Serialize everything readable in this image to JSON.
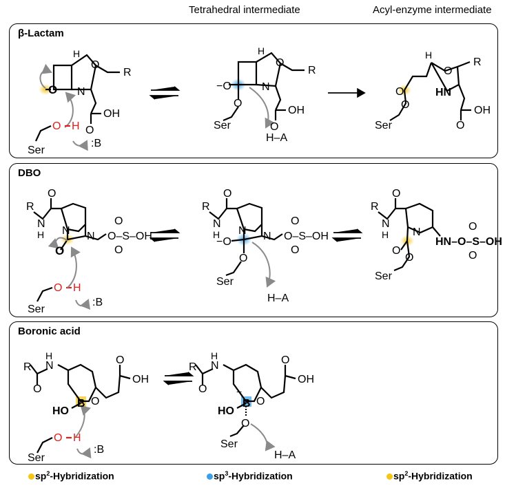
{
  "headers": {
    "tetrahedral": "Tetrahedral intermediate",
    "acyl": "Acyl-enzyme intermediate"
  },
  "panels": {
    "beta_lactam": {
      "title": "β-Lactam"
    },
    "dbo": {
      "title": "DBO"
    },
    "boronic": {
      "title": "Boronic acid"
    }
  },
  "atoms": {
    "O": "O",
    "N": "N",
    "H": "H",
    "R": "R",
    "OH": "OH",
    "HO": "HO",
    "B": "B",
    "base": ":B",
    "ser": "Ser",
    "acid": "H–A",
    "S": "S",
    "minus": "−",
    "minus_o": "−O"
  },
  "legend": {
    "sp2_left": {
      "prefix": "sp",
      "sup": "2",
      "suffix": "-Hybridization",
      "dot_color": "#f5c518"
    },
    "sp3": {
      "prefix": "sp",
      "sup": "3",
      "suffix": "-Hybridization",
      "dot_color": "#3aa0e8"
    },
    "sp2_right": {
      "prefix": "sp",
      "sup": "2",
      "suffix": "-Hybridization",
      "dot_color": "#f5c518"
    }
  },
  "colors": {
    "red": "#e0201b",
    "gray_arrow": "#8a8a8a",
    "sp2_glow": "#f5c518",
    "sp3_glow": "#3aa0e8"
  }
}
